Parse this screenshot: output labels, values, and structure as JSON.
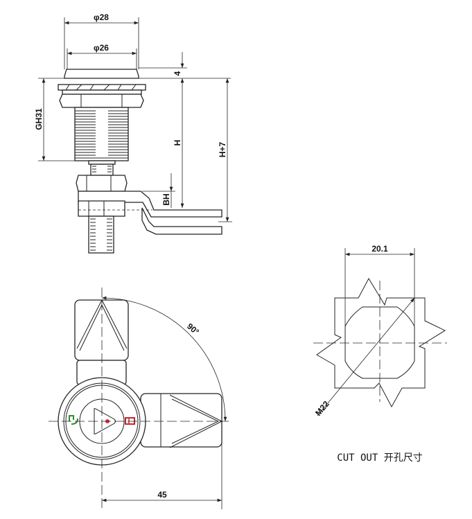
{
  "side_view": {
    "dim_outer_diameter": "φ28",
    "dim_inner_diameter": "φ26",
    "dim_cap_height": "4",
    "dim_grip": "GH31",
    "dim_height": "H",
    "dim_height_plus": "H+7",
    "dim_bh": "BH"
  },
  "top_view": {
    "dim_angle": "90°",
    "dim_length": "45",
    "colors": {
      "unlock": "#2e8b2e",
      "lock": "#c0282d",
      "dot": "#e0303a"
    }
  },
  "cutout": {
    "dim_width": "20.1",
    "dim_diameter": "M22",
    "caption": "CUT OUT 开孔尺寸"
  }
}
